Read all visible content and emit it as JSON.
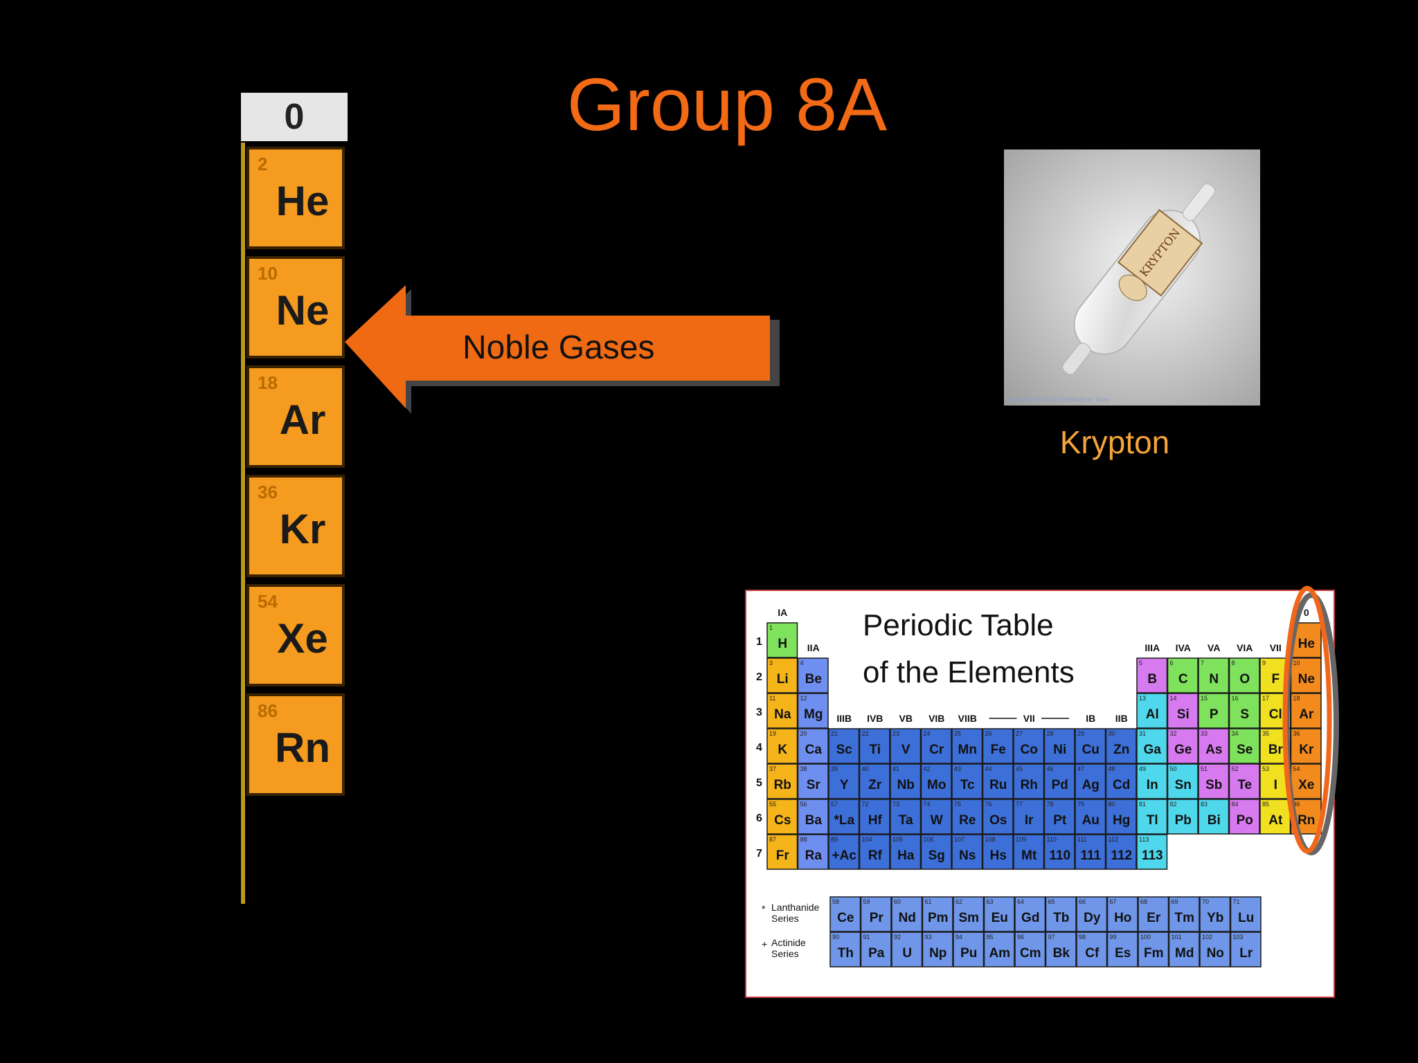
{
  "slide": {
    "title": "Group 8A",
    "arrow_label": "Noble Gases",
    "photo_caption": "Krypton",
    "photo_credit": "Copyright © 2003 Theodore W. Gray",
    "photo_label_text": "KRYPTON"
  },
  "noble_gas_column": {
    "header": "0",
    "elements": [
      {
        "num": "2",
        "sym": "He"
      },
      {
        "num": "10",
        "sym": "Ne"
      },
      {
        "num": "18",
        "sym": "Ar"
      },
      {
        "num": "36",
        "sym": "Kr"
      },
      {
        "num": "54",
        "sym": "Xe"
      },
      {
        "num": "86",
        "sym": "Rn"
      }
    ]
  },
  "periodic_table": {
    "title_line1": "Periodic Table",
    "title_line2": "of the Elements",
    "group_labels": [
      "IA",
      "IIA",
      "IIIB",
      "IVB",
      "VB",
      "VIB",
      "VIIB",
      "VII",
      "IB",
      "IIB",
      "IIIA",
      "IVA",
      "VA",
      "VIA",
      "VII",
      "0"
    ],
    "period_labels": [
      "1",
      "2",
      "3",
      "4",
      "5",
      "6",
      "7"
    ],
    "lanthanide_label": "Lanthanide Series",
    "actinide_label": "Actinide Series",
    "colors": {
      "alkali": "#f5b41a",
      "alkaline": "#6f8ff0",
      "transition": "#3d6fd8",
      "post": "#4fd8ec",
      "metalloid": "#d77af0",
      "nonmetal": "#7fe25c",
      "halogen": "#f0e020",
      "noble": "#f28a1e",
      "hydrogen": "#7fe25c",
      "f_block": "#6f96e8"
    },
    "rows": [
      [
        [
          "1",
          "H",
          "hydrogen",
          1
        ],
        [
          "2",
          "He",
          "noble",
          18
        ]
      ],
      [
        [
          "3",
          "Li",
          "alkali",
          1
        ],
        [
          "4",
          "Be",
          "alkaline",
          2
        ],
        [
          "5",
          "B",
          "metalloid",
          13
        ],
        [
          "6",
          "C",
          "nonmetal",
          14
        ],
        [
          "7",
          "N",
          "nonmetal",
          15
        ],
        [
          "8",
          "O",
          "nonmetal",
          16
        ],
        [
          "9",
          "F",
          "halogen",
          17
        ],
        [
          "10",
          "Ne",
          "noble",
          18
        ]
      ],
      [
        [
          "11",
          "Na",
          "alkali",
          1
        ],
        [
          "12",
          "Mg",
          "alkaline",
          2
        ],
        [
          "13",
          "Al",
          "post",
          13
        ],
        [
          "14",
          "Si",
          "metalloid",
          14
        ],
        [
          "15",
          "P",
          "nonmetal",
          15
        ],
        [
          "16",
          "S",
          "nonmetal",
          16
        ],
        [
          "17",
          "Cl",
          "halogen",
          17
        ],
        [
          "18",
          "Ar",
          "noble",
          18
        ]
      ],
      [
        [
          "19",
          "K",
          "alkali",
          1
        ],
        [
          "20",
          "Ca",
          "alkaline",
          2
        ],
        [
          "21",
          "Sc",
          "transition",
          3
        ],
        [
          "22",
          "Ti",
          "transition",
          4
        ],
        [
          "23",
          "V",
          "transition",
          5
        ],
        [
          "24",
          "Cr",
          "transition",
          6
        ],
        [
          "25",
          "Mn",
          "transition",
          7
        ],
        [
          "26",
          "Fe",
          "transition",
          8
        ],
        [
          "27",
          "Co",
          "transition",
          9
        ],
        [
          "28",
          "Ni",
          "transition",
          10
        ],
        [
          "29",
          "Cu",
          "transition",
          11
        ],
        [
          "30",
          "Zn",
          "transition",
          12
        ],
        [
          "31",
          "Ga",
          "post",
          13
        ],
        [
          "32",
          "Ge",
          "metalloid",
          14
        ],
        [
          "33",
          "As",
          "metalloid",
          15
        ],
        [
          "34",
          "Se",
          "nonmetal",
          16
        ],
        [
          "35",
          "Br",
          "halogen",
          17
        ],
        [
          "36",
          "Kr",
          "noble",
          18
        ]
      ],
      [
        [
          "37",
          "Rb",
          "alkali",
          1
        ],
        [
          "38",
          "Sr",
          "alkaline",
          2
        ],
        [
          "39",
          "Y",
          "transition",
          3
        ],
        [
          "40",
          "Zr",
          "transition",
          4
        ],
        [
          "41",
          "Nb",
          "transition",
          5
        ],
        [
          "42",
          "Mo",
          "transition",
          6
        ],
        [
          "43",
          "Tc",
          "transition",
          7
        ],
        [
          "44",
          "Ru",
          "transition",
          8
        ],
        [
          "45",
          "Rh",
          "transition",
          9
        ],
        [
          "46",
          "Pd",
          "transition",
          10
        ],
        [
          "47",
          "Ag",
          "transition",
          11
        ],
        [
          "48",
          "Cd",
          "transition",
          12
        ],
        [
          "49",
          "In",
          "post",
          13
        ],
        [
          "50",
          "Sn",
          "post",
          14
        ],
        [
          "51",
          "Sb",
          "metalloid",
          15
        ],
        [
          "52",
          "Te",
          "metalloid",
          16
        ],
        [
          "53",
          "I",
          "halogen",
          17
        ],
        [
          "54",
          "Xe",
          "noble",
          18
        ]
      ],
      [
        [
          "55",
          "Cs",
          "alkali",
          1
        ],
        [
          "56",
          "Ba",
          "alkaline",
          2
        ],
        [
          "57",
          "*La",
          "transition",
          3
        ],
        [
          "72",
          "Hf",
          "transition",
          4
        ],
        [
          "73",
          "Ta",
          "transition",
          5
        ],
        [
          "74",
          "W",
          "transition",
          6
        ],
        [
          "75",
          "Re",
          "transition",
          7
        ],
        [
          "76",
          "Os",
          "transition",
          8
        ],
        [
          "77",
          "Ir",
          "transition",
          9
        ],
        [
          "78",
          "Pt",
          "transition",
          10
        ],
        [
          "79",
          "Au",
          "transition",
          11
        ],
        [
          "80",
          "Hg",
          "transition",
          12
        ],
        [
          "81",
          "Tl",
          "post",
          13
        ],
        [
          "82",
          "Pb",
          "post",
          14
        ],
        [
          "83",
          "Bi",
          "post",
          15
        ],
        [
          "84",
          "Po",
          "metalloid",
          16
        ],
        [
          "85",
          "At",
          "halogen",
          17
        ],
        [
          "86",
          "Rn",
          "noble",
          18
        ]
      ],
      [
        [
          "87",
          "Fr",
          "alkali",
          1
        ],
        [
          "88",
          "Ra",
          "alkaline",
          2
        ],
        [
          "89",
          "+Ac",
          "transition",
          3
        ],
        [
          "104",
          "Rf",
          "transition",
          4
        ],
        [
          "105",
          "Ha",
          "transition",
          5
        ],
        [
          "106",
          "Sg",
          "transition",
          6
        ],
        [
          "107",
          "Ns",
          "transition",
          7
        ],
        [
          "108",
          "Hs",
          "transition",
          8
        ],
        [
          "109",
          "Mt",
          "transition",
          9
        ],
        [
          "110",
          "110",
          "transition",
          10
        ],
        [
          "111",
          "111",
          "transition",
          11
        ],
        [
          "112",
          "112",
          "transition",
          12
        ],
        [
          "113",
          "113",
          "post",
          13
        ]
      ]
    ],
    "lanthanides": [
      [
        "58",
        "Ce"
      ],
      [
        "59",
        "Pr"
      ],
      [
        "60",
        "Nd"
      ],
      [
        "61",
        "Pm"
      ],
      [
        "62",
        "Sm"
      ],
      [
        "63",
        "Eu"
      ],
      [
        "64",
        "Gd"
      ],
      [
        "65",
        "Tb"
      ],
      [
        "66",
        "Dy"
      ],
      [
        "67",
        "Ho"
      ],
      [
        "68",
        "Er"
      ],
      [
        "69",
        "Tm"
      ],
      [
        "70",
        "Yb"
      ],
      [
        "71",
        "Lu"
      ]
    ],
    "actinides": [
      [
        "90",
        "Th"
      ],
      [
        "91",
        "Pa"
      ],
      [
        "92",
        "U"
      ],
      [
        "93",
        "Np"
      ],
      [
        "94",
        "Pu"
      ],
      [
        "95",
        "Am"
      ],
      [
        "96",
        "Cm"
      ],
      [
        "97",
        "Bk"
      ],
      [
        "98",
        "Cf"
      ],
      [
        "99",
        "Es"
      ],
      [
        "100",
        "Fm"
      ],
      [
        "101",
        "Md"
      ],
      [
        "102",
        "No"
      ],
      [
        "103",
        "Lr"
      ]
    ]
  }
}
